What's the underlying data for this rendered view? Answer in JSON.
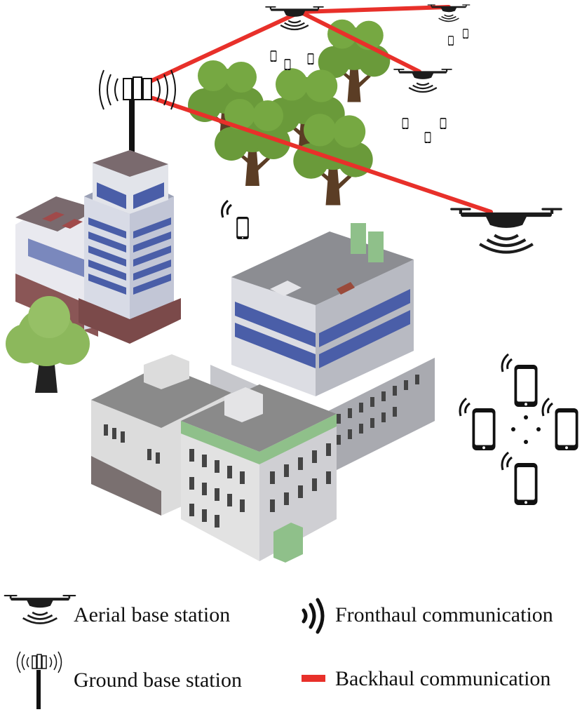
{
  "colors": {
    "backhaul": "#e8302a",
    "drone": "#1c1c1c",
    "phone": "#111111",
    "tree_foliage": "#6a9a3a",
    "tree_trunk": "#5b3d25",
    "building_blue": "#4a5ea8",
    "building_roof": "#8a8a8a",
    "building_green": "#8fc08a",
    "background": "#ffffff"
  },
  "legend": {
    "aerial_label": "Aerial base station",
    "ground_label": "Ground base station",
    "fronthaul_label": "Fronthaul communication",
    "backhaul_label": "Backhaul communication",
    "aerial_icon": "drone-icon",
    "ground_icon": "antenna-tower-icon",
    "fronthaul_icon": "signal-waves-icon",
    "backhaul_icon": "red-line-icon"
  }
}
